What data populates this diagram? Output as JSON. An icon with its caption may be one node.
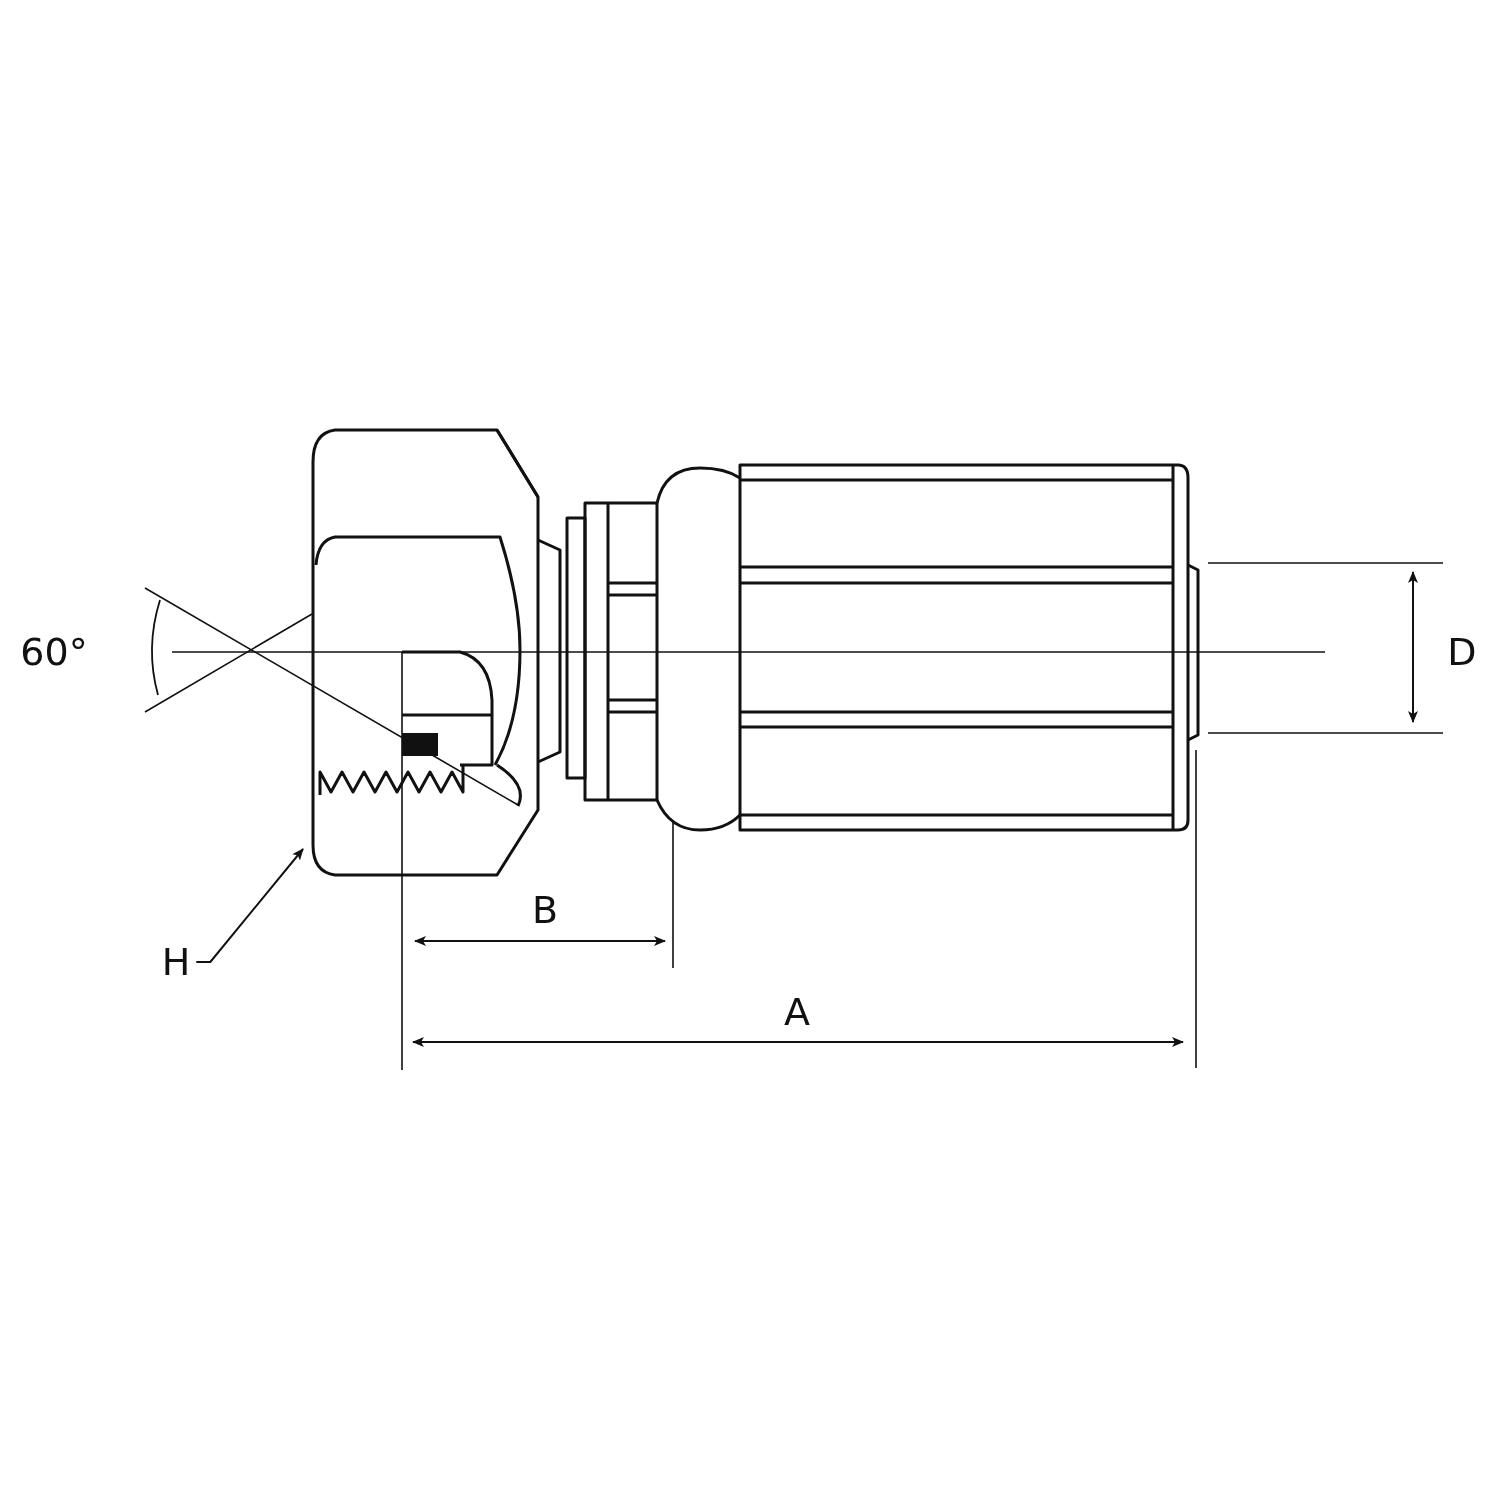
{
  "diagram": {
    "nodes": [
      {
        "text": [
          "H"
        ]
      },
      {
        "text": [],
        "shape": "picture"
      }
    ],
    "edges": [
      {
        "from": 0,
        "to": 1,
        "arrow": "to"
      }
    ],
    "labels": [
      "60°",
      "B",
      "A",
      "D"
    ]
  }
}
